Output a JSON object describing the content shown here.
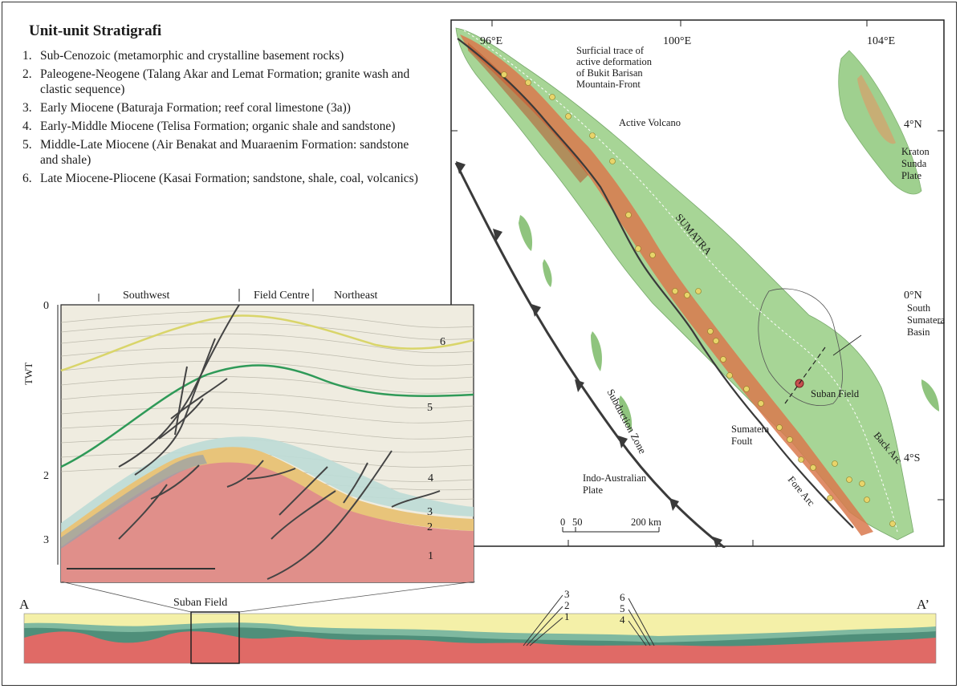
{
  "legend": {
    "title": "Unit-unit Stratigrafi",
    "items": [
      {
        "num": "1.",
        "text": "Sub-Cenozoic (metamorphic and crystalline basement rocks)"
      },
      {
        "num": "2.",
        "text": "Paleogene-Neogene (Talang Akar and Lemat Formation; granite wash and clastic sequence)"
      },
      {
        "num": "3.",
        "text": "Early Miocene (Baturaja Formation; reef coral limestone (3a))"
      },
      {
        "num": "4.",
        "text": "Early-Middle Miocene (Telisa Formation; organic shale and sandstone)"
      },
      {
        "num": "5.",
        "text": "Middle-Late Miocene (Air Benakat and Muaraenim Formation: sandstone and shale)"
      },
      {
        "num": "6.",
        "text": "Late Miocene-Pliocene (Kasai Formation; sandstone, shale, coal, volcanics)"
      }
    ]
  },
  "seismic": {
    "region_labels": [
      "Southwest",
      "Field Centre",
      "Northeast"
    ],
    "y_axis_label": "TWT",
    "y_ticks": [
      "0",
      "2",
      "3"
    ],
    "unit_labels": [
      "6",
      "5",
      "4",
      "3",
      "2",
      "1"
    ]
  },
  "map": {
    "lon_labels": [
      "96°E",
      "100°E",
      "104°E"
    ],
    "lat_labels": [
      "4°N",
      "0°N",
      "4°S"
    ],
    "labels": {
      "trace": "Surficial trace of active deformation of Bukit Barisan Mountain-Front",
      "volcano": "Active Volcano",
      "kraton": "Kraton Sunda Plate",
      "sumatra": "SUMATRA",
      "basin": "South Sumatera Basin",
      "suban": "Suban Field",
      "subduction": "Subduction Zone",
      "indo": "Indo-Australian Plate",
      "fault": "Sumatera Foult",
      "fore": "Fore Arc",
      "back": "Back Arc"
    },
    "scale_labels": [
      "0",
      "50",
      "200 km"
    ]
  },
  "section": {
    "end_a": "A",
    "end_b": "A’",
    "field_label": "Suban Field",
    "callouts_left": [
      "3",
      "2",
      "1"
    ],
    "callouts_right": [
      "6",
      "5",
      "4"
    ]
  },
  "colors": {
    "basement": "#e08f8a",
    "unit2": "#e8c47a",
    "unit3": "#bcdcd6",
    "seismic_bg": "#efece0",
    "sea": "#ffffff",
    "land": "#9fd08f",
    "highland": "#d9794e",
    "green_horizon": "#2f9a58"
  }
}
